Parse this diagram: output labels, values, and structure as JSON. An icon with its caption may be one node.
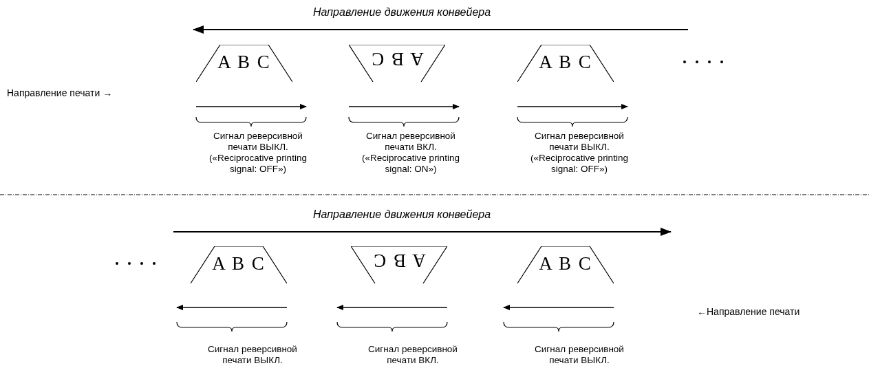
{
  "diagram": {
    "nodes": [
      {
        "text": [
          "A B C"
        ]
      },
      {
        "text": [
          "A B C"
        ]
      },
      {
        "text": [
          "A B C"
        ]
      },
      {
        "text": [
          "A B C"
        ]
      },
      {
        "text": [
          "A B C"
        ]
      },
      {
        "text": [
          "A B C"
        ]
      }
    ],
    "labels": [
      "Направление движения конвейера",
      "Направление печати →",
      "Сигнал реверсивной печати ВЫКЛ. («Reciprocative printing signal: OFF»)",
      "Сигнал реверсивной печати ВКЛ. («Reciprocative printing signal: ON»)",
      "Сигнал реверсивной печати ВЫКЛ. («Reciprocative printing signal: OFF»)",
      "Направление движения конвейера",
      "←Направление печати",
      "Сигнал реверсивной печати ВЫКЛ.",
      "Сигнал реверсивной печати ВКЛ.",
      "Сигнал реверсивной печати ВЫКЛ."
    ]
  }
}
